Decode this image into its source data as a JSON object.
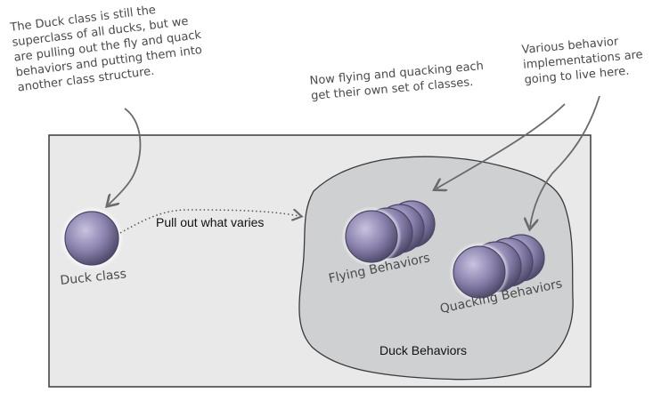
{
  "annotations": {
    "left_note": [
      "The Duck class is still the",
      "superclass of all ducks, but we",
      "are pulling out the fly and quack",
      "behaviors and putting them into",
      "another class structure."
    ],
    "middle_note": [
      "Now flying and quacking each",
      "get their own set of classes."
    ],
    "right_note": [
      "Various behavior",
      "implementations are",
      "going to live here."
    ]
  },
  "diagram": {
    "duck_class_label": "Duck class",
    "arrow_label": "Pull out what varies",
    "flying_label": "Flying Behaviors",
    "quacking_label": "Quacking Behaviors",
    "region_label": "Duck Behaviors"
  },
  "colors": {
    "panel_fill": "#e9e9ea",
    "panel_border": "#3a3a3a",
    "blob_fill": "#cfd0d2",
    "sphere_fill": "#8a82ad",
    "sphere_highlight": "#c9c3e0",
    "sphere_rim": "#4b4566",
    "arrow_stroke": "#6a6a6a"
  }
}
